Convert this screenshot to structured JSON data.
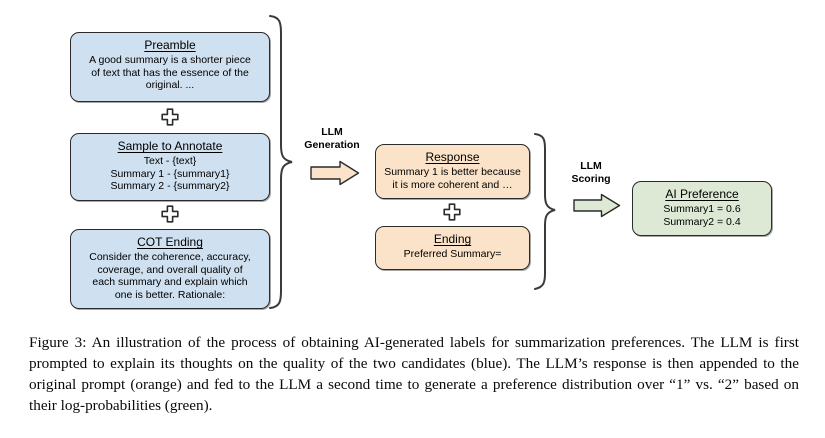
{
  "figure": {
    "nodes": {
      "preamble": {
        "title": "Preamble",
        "lines": [
          "A good summary is a shorter piece",
          "of text that has the essence of the",
          "original. ..."
        ],
        "color": "#cfe0f0"
      },
      "sample": {
        "title": "Sample to Annotate",
        "lines": [
          "Text - {text}",
          "Summary 1 - {summary1}",
          "Summary 2 - {summary2}"
        ],
        "color": "#cfe0f0"
      },
      "cot_ending": {
        "title": "COT Ending",
        "lines": [
          "Consider the coherence, accuracy,",
          "coverage, and overall quality of",
          "each summary and explain which",
          "one is better. Rationale:"
        ],
        "color": "#cfe0f0"
      },
      "response": {
        "title": "Response",
        "lines": [
          "Summary 1 is better because",
          "it is more coherent and …"
        ],
        "color": "#fae3c8"
      },
      "ending": {
        "title": "Ending",
        "lines": [
          "Preferred Summary="
        ],
        "color": "#fae3c8"
      },
      "ai_preference": {
        "title": "AI Preference",
        "lines": [
          "Summary1 = 0.6",
          "Summary2 = 0.4"
        ],
        "color": "#dde9d5"
      }
    },
    "steps": {
      "generation": "LLM\nGeneration",
      "generation_line1": "LLM",
      "generation_line2": "Generation",
      "scoring_line1": "LLM",
      "scoring_line2": "Scoring"
    },
    "icons": {
      "plus": "plus-icon",
      "arrow": "right-block-arrow"
    },
    "colors": {
      "blue": "#cfe0f0",
      "orange": "#fae3c8",
      "green": "#dde9d5",
      "outline": "#2b2b2b"
    }
  },
  "caption": {
    "text": "Figure 3: An illustration of the process of obtaining AI-generated labels for summarization preferences. The LLM is first prompted to explain its thoughts on the quality of the two candidates (blue). The LLM’s response is then appended to the original prompt (orange) and fed to the LLM a second time to generate a preference distribution over “1” vs. “2” based on their log-probabilities (green)."
  }
}
